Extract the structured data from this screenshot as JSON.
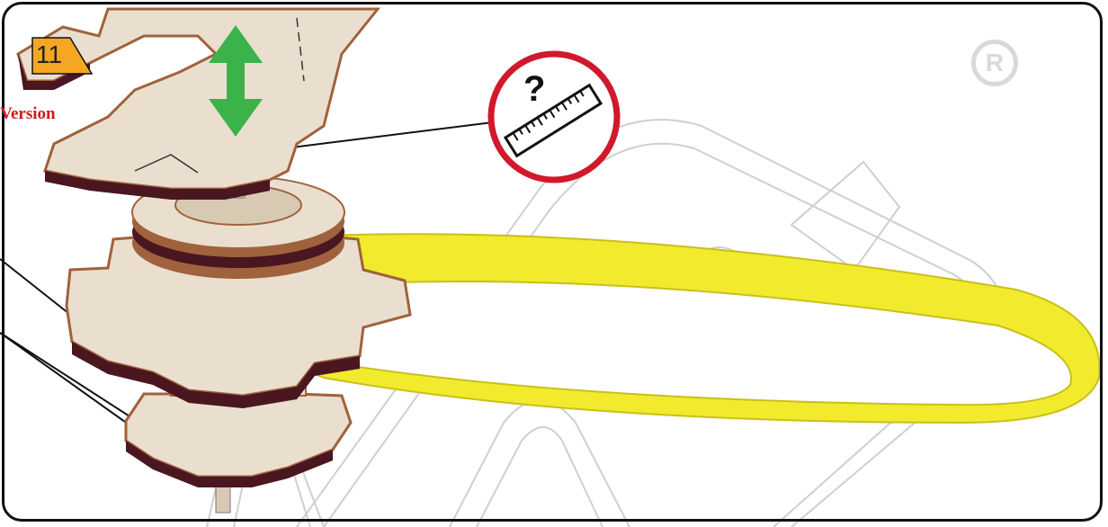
{
  "step": {
    "number": "11",
    "version_label": "Version"
  },
  "watermark": {
    "registered_symbol": "R"
  },
  "colors": {
    "wood_light": "#eadfce",
    "wood_edge": "#a0623c",
    "wood_dark_layer": "#4a1620",
    "band_yellow": "#f2ea2c",
    "arrow_green": "#3cb34a",
    "callout_red": "#d0192c",
    "step_badge": "#f5a623",
    "watermark_gray": "#d9d9d9"
  },
  "icons": [
    "ruler-icon",
    "question-mark-icon",
    "up-down-arrow-icon",
    "registered-icon"
  ]
}
